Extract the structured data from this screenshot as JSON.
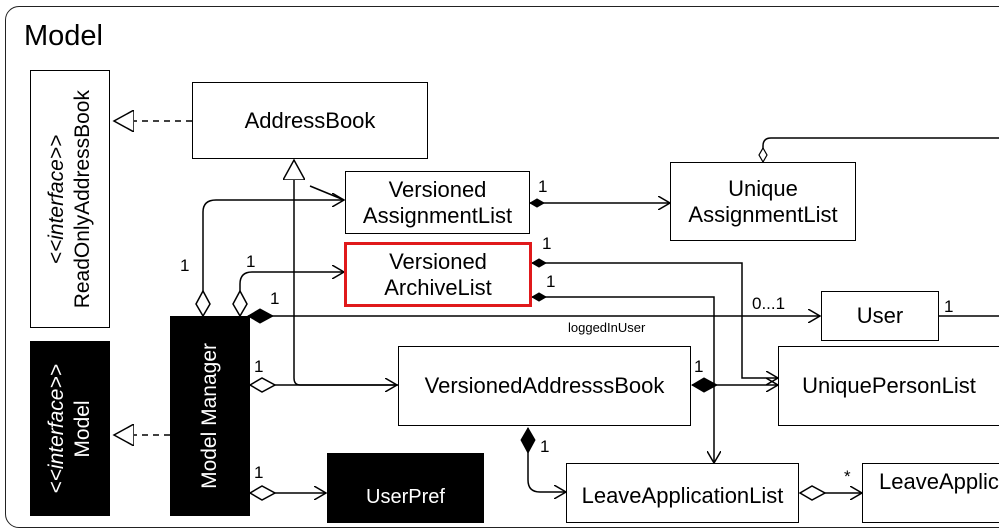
{
  "frame": {
    "title": "Model"
  },
  "classes": {
    "readonly": {
      "stereotype": "<<interface>>",
      "name": "ReadOnlyAddressBook"
    },
    "model_iface": {
      "stereotype": "<<interface>>",
      "name": "Model"
    },
    "address_book": "AddressBook",
    "versioned_assignment": [
      "Versioned",
      "AssignmentList"
    ],
    "unique_assignment": [
      "Unique",
      "AssignmentList"
    ],
    "versioned_archive": [
      "Versioned",
      "ArchiveList"
    ],
    "user": "User",
    "model_manager": "Model Manager",
    "versioned_address_book": "VersionedAddresssBook",
    "unique_person_list": "UniquePersonList",
    "leave_application_list": "LeaveApplicationList",
    "leave_application": "LeaveApplic",
    "user_pref": "UserPref"
  },
  "labels": {
    "m_mm_va": "1",
    "m_va_ua": "1",
    "m_mm_arch": "1",
    "m_arch_1": "1",
    "m_arch_2": "1",
    "m_mm_user_1": "1",
    "m_user_multi": "0...1",
    "m_user_right": "1",
    "role_logged_in": "loggedInUser",
    "m_mm_vab": "1",
    "m_vab_upl": "1",
    "m_vab_lal": "1",
    "m_lal_star": "*",
    "m_mm_pref": "1"
  }
}
